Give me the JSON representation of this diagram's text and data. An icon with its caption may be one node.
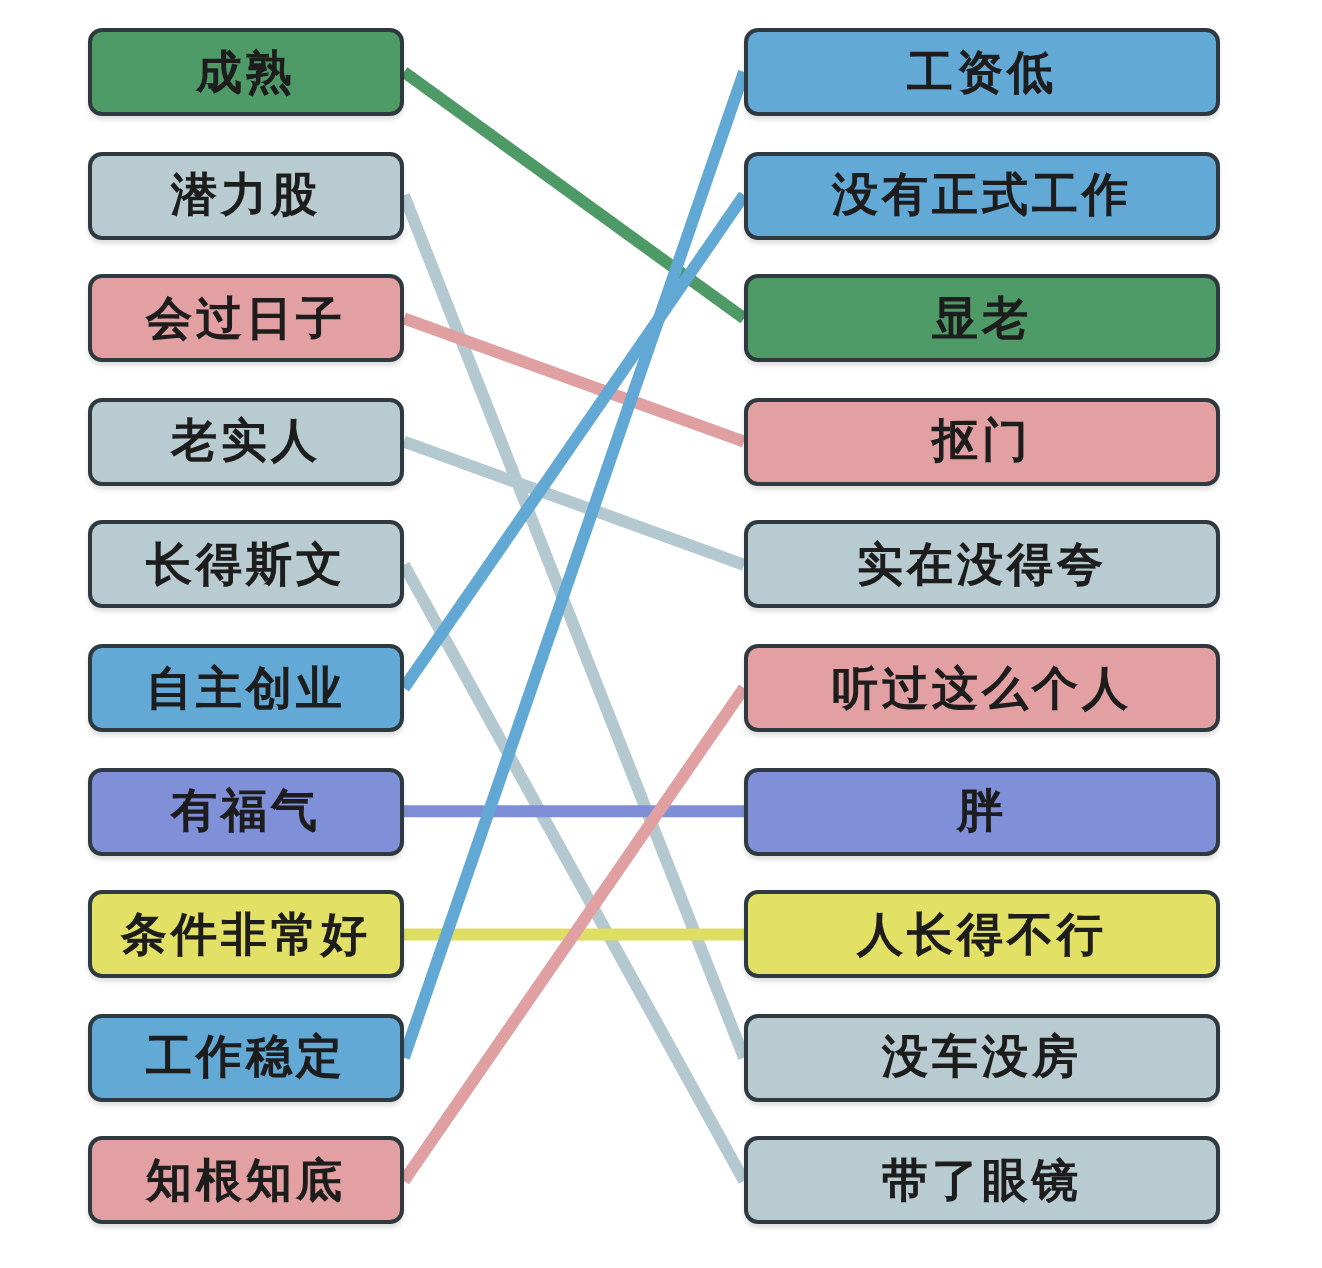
{
  "diagram": {
    "nodes": [
      {
        "text": [
          "成熟"
        ]
      },
      {
        "text": [
          "潜力股"
        ]
      },
      {
        "text": [
          "会过日子"
        ]
      },
      {
        "text": [
          "老实人"
        ]
      },
      {
        "text": [
          "长得斯文"
        ]
      },
      {
        "text": [
          "自主创业"
        ]
      },
      {
        "text": [
          "有福气"
        ]
      },
      {
        "text": [
          "条件非常好"
        ]
      },
      {
        "text": [
          "工作稳定"
        ]
      },
      {
        "text": [
          "知根知底"
        ]
      },
      {
        "text": [
          "工资低"
        ]
      },
      {
        "text": [
          "没有正式工作"
        ]
      },
      {
        "text": [
          "显老"
        ]
      },
      {
        "text": [
          "抠门"
        ]
      },
      {
        "text": [
          "实在没得夸"
        ]
      },
      {
        "text": [
          "听过这么个人"
        ]
      },
      {
        "text": [
          "胖"
        ]
      },
      {
        "text": [
          "人长得不行"
        ]
      },
      {
        "text": [
          "没车没房"
        ]
      },
      {
        "text": [
          "带了眼镜"
        ]
      }
    ],
    "edges": [
      {
        "from": 0,
        "to": 12,
        "arrow": "none",
        "color": "#4e9a66"
      },
      {
        "from": 1,
        "to": 18,
        "arrow": "none",
        "color": "#b3c9cf"
      },
      {
        "from": 2,
        "to": 13,
        "arrow": "none",
        "color": "#e0a0a2"
      },
      {
        "from": 3,
        "to": 14,
        "arrow": "none",
        "color": "#b3c9cf"
      },
      {
        "from": 4,
        "to": 19,
        "arrow": "none",
        "color": "#b3c9cf"
      },
      {
        "from": 5,
        "to": 11,
        "arrow": "none",
        "color": "#62a8d4"
      },
      {
        "from": 6,
        "to": 16,
        "arrow": "none",
        "color": "#7e8ed6"
      },
      {
        "from": 7,
        "to": 17,
        "arrow": "none",
        "color": "#dede62"
      },
      {
        "from": 8,
        "to": 10,
        "arrow": "none",
        "color": "#62a8d4"
      },
      {
        "from": 9,
        "to": 15,
        "arrow": "none",
        "color": "#e0a0a2"
      }
    ]
  }
}
